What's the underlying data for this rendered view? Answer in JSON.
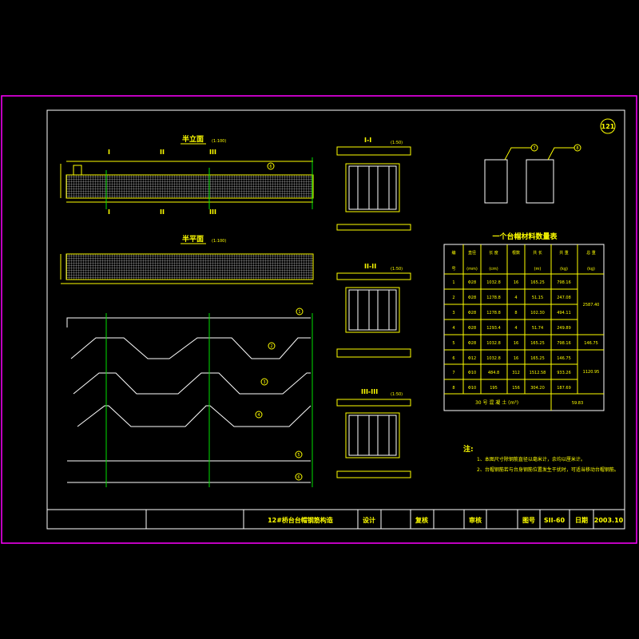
{
  "drawing": {
    "sheet_number": "121",
    "views": {
      "half_elevation": {
        "title": "半立面",
        "scale": "(1:100)"
      },
      "half_plan": {
        "title": "半平面",
        "scale": "(1:100)"
      },
      "section_1": {
        "title": "I-I",
        "scale": "(1:50)"
      },
      "section_2": {
        "title": "II-II",
        "scale": "(1:50)"
      },
      "section_3": {
        "title": "III-III",
        "scale": "(1:50)"
      }
    },
    "section_marks": [
      "I",
      "II",
      "III"
    ],
    "bar_marks": [
      "1",
      "2",
      "3",
      "4",
      "5",
      "6",
      "7",
      "8"
    ]
  },
  "material_table": {
    "title": "一个台帽材料数量表",
    "headers": [
      {
        "top": "编",
        "bottom": "号"
      },
      {
        "top": "直径",
        "bottom": "(mm)"
      },
      {
        "top": "长 度",
        "bottom": "(cm)"
      },
      {
        "top": "根数",
        "bottom": ""
      },
      {
        "top": "共 长",
        "bottom": "(m)"
      },
      {
        "top": "共 重",
        "bottom": "(kg)"
      },
      {
        "top": "总 重",
        "bottom": "(kg)"
      }
    ],
    "rows": [
      {
        "no": "1",
        "dia": "Φ28",
        "len": "1032.8",
        "count": "16",
        "total_len": "165.25",
        "total_wt": "798.16"
      },
      {
        "no": "2",
        "dia": "Φ28",
        "len": "1278.8",
        "count": "4",
        "total_len": "51.15",
        "total_wt": "247.08"
      },
      {
        "no": "3",
        "dia": "Φ28",
        "len": "1278.8",
        "count": "8",
        "total_len": "102.30",
        "total_wt": "494.11"
      },
      {
        "no": "4",
        "dia": "Φ28",
        "len": "1293.4",
        "count": "4",
        "total_len": "51.74",
        "total_wt": "249.89"
      },
      {
        "no": "5",
        "dia": "Φ28",
        "len": "1032.8",
        "count": "16",
        "total_len": "165.25",
        "total_wt": "798.16"
      },
      {
        "no": "6",
        "dia": "Φ12",
        "len": "1032.8",
        "count": "16",
        "total_len": "165.25",
        "total_wt": "146.75"
      },
      {
        "no": "7",
        "dia": "Φ10",
        "len": "484.8",
        "count": "312",
        "total_len": "1512.58",
        "total_wt": "933.26"
      },
      {
        "no": "8",
        "dia": "Φ10",
        "len": "195",
        "count": "156",
        "total_len": "304.20",
        "total_wt": "187.69"
      }
    ],
    "group_totals": [
      "2587.40",
      "146.75",
      "1120.95"
    ],
    "footer_label": "30 号 混 凝 土 (m³)",
    "footer_value": "59.83"
  },
  "notes": {
    "heading": "注:",
    "items": [
      "1、本图尺寸除钢筋直径以毫米计，余均以厘米计。",
      "2、台帽钢筋若与台身钢筋位置发生干扰时，可适当移动台帽钢筋。"
    ]
  },
  "title_block": {
    "title": "12#桥台台帽钢筋构造",
    "design_label": "设计",
    "check_label": "复核",
    "review_label": "审核",
    "drawing_no_label": "图号",
    "drawing_no": "SII-60",
    "date_label": "日期",
    "date": "2003.10"
  },
  "colors": {
    "frame": "#ff00ff",
    "annotation": "#ffff00",
    "geometry": "#ffffff",
    "centerline": "#00e000"
  }
}
